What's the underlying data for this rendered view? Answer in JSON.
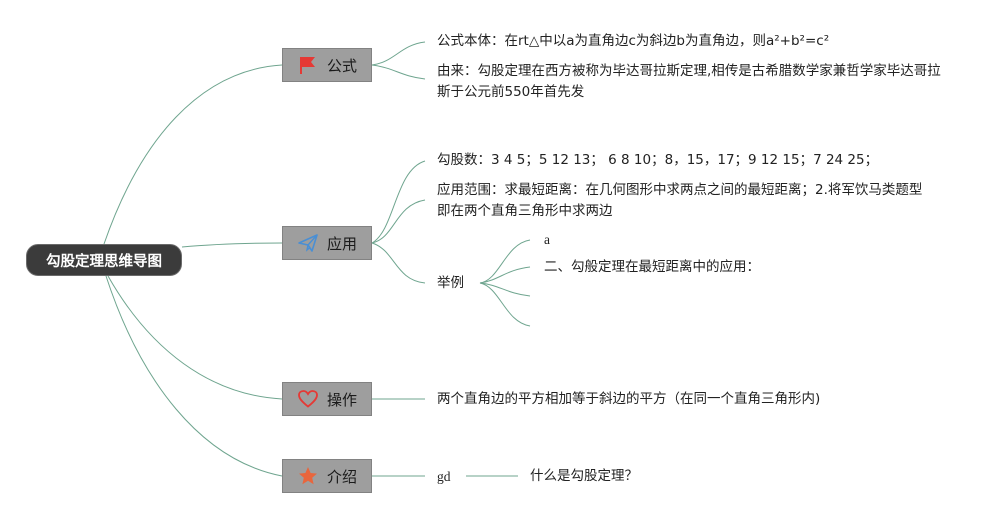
{
  "root": {
    "label": "勾股定理思维导图"
  },
  "branches": {
    "formula": {
      "label": "公式",
      "icon": "red-flag-icon",
      "items": [
        "公式本体：在rt△中以a为直角边c为斜边b为直角边，则a²+b²=c²",
        "由来：勾股定理在西方被称为毕达哥拉斯定理,相传是古希腊数学家兼哲学家毕达哥拉斯于公元前550年首先发"
      ]
    },
    "application": {
      "label": "应用",
      "icon": "paper-plane-icon",
      "items": [
        "勾股数：3 4 5；5 12 13； 6 8 10；8，15，17；9 12 15；7 24 25；",
        "应用范围：求最短距离：在几何图形中求两点之间的最短距离；2.将军饮马类题型即在两个直角三角形中求两边"
      ],
      "example": {
        "label": "举例",
        "children": [
          "a",
          "二、勾般定理在最短距离中的应用：",
          "",
          ""
        ]
      }
    },
    "operation": {
      "label": "操作",
      "icon": "heart-icon",
      "items": [
        "两个直角边的平方相加等于斜边的平方（在同一个直角三角形内)"
      ]
    },
    "intro": {
      "label": "介绍",
      "icon": "star-icon",
      "items": [
        "gd"
      ],
      "sub": "什么是勾股定理？"
    }
  },
  "colors": {
    "connector": "#6fa58f",
    "root_bg": "#3b3b3b",
    "branch_bg": "#9e9e9e",
    "flag": "#e53935",
    "plane": "#4a8fd4",
    "heart": "#e53935",
    "star": "#e8663d"
  }
}
